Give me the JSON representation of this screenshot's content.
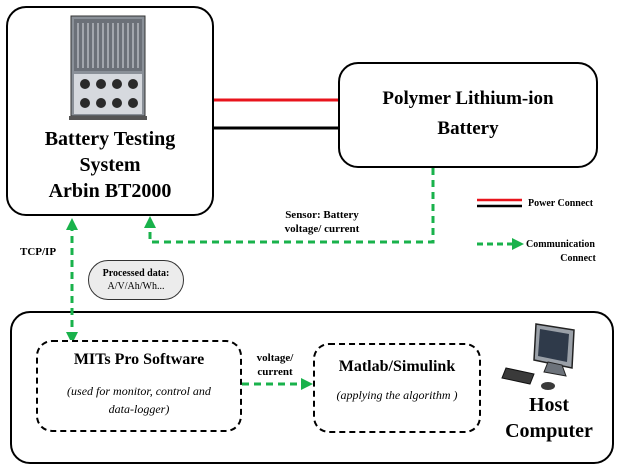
{
  "arbin": {
    "line1": "Battery Testing",
    "line2": "System",
    "line3": "Arbin BT2000"
  },
  "battery": {
    "line1": "Polymer Lithium-ion",
    "line2": "Battery"
  },
  "sensor": {
    "line1": "Sensor: Battery",
    "line2": "voltage/ current"
  },
  "tcp": "TCP/IP",
  "processed": {
    "line1": "Processed data:",
    "line2": "A/V/Ah/Wh..."
  },
  "mits": {
    "title": "MITs Pro Software",
    "line1": "(used for monitor, control and",
    "line2": "data-logger)"
  },
  "link": {
    "line1": "voltage/",
    "line2": "current"
  },
  "matlab": {
    "title": "Matlab/Simulink",
    "desc": "(applying the algorithm )"
  },
  "host": {
    "line1": "Host",
    "line2": "Computer"
  },
  "legend": {
    "power": "Power Connect",
    "comm1": "Communication",
    "comm2": "Connect"
  },
  "colors": {
    "power_red": "#e8141c",
    "comm_green": "#19b24b"
  }
}
